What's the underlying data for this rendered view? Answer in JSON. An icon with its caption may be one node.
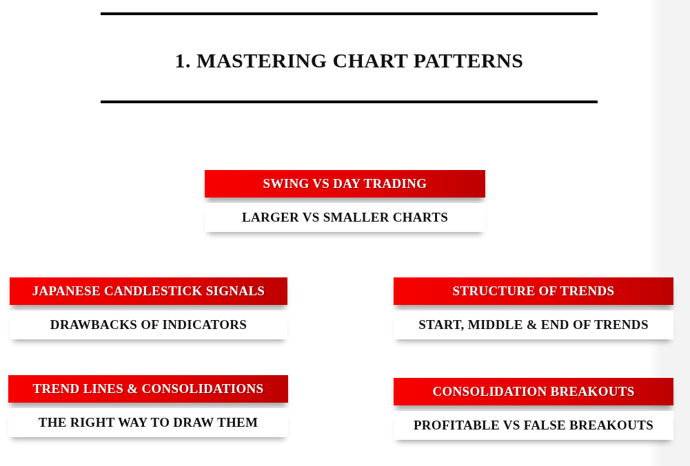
{
  "diagram": {
    "title": "1. MASTERING CHART PATTERNS",
    "nodes": [
      {
        "text": [
          "SWING VS DAY TRADING",
          "LARGER VS SMALLER CHARTS"
        ]
      },
      {
        "text": [
          "JAPANESE CANDLESTICK SIGNALS",
          "DRAWBACKS OF INDICATORS"
        ]
      },
      {
        "text": [
          "STRUCTURE OF TRENDS",
          "START, MIDDLE & END OF TRENDS"
        ]
      },
      {
        "text": [
          "TREND LINES & CONSOLIDATIONS",
          "THE RIGHT WAY TO DRAW THEM"
        ]
      },
      {
        "text": [
          "CONSOLIDATION BREAKOUTS",
          "PROFITABLE VS FALSE BREAKOUTS"
        ]
      }
    ]
  }
}
